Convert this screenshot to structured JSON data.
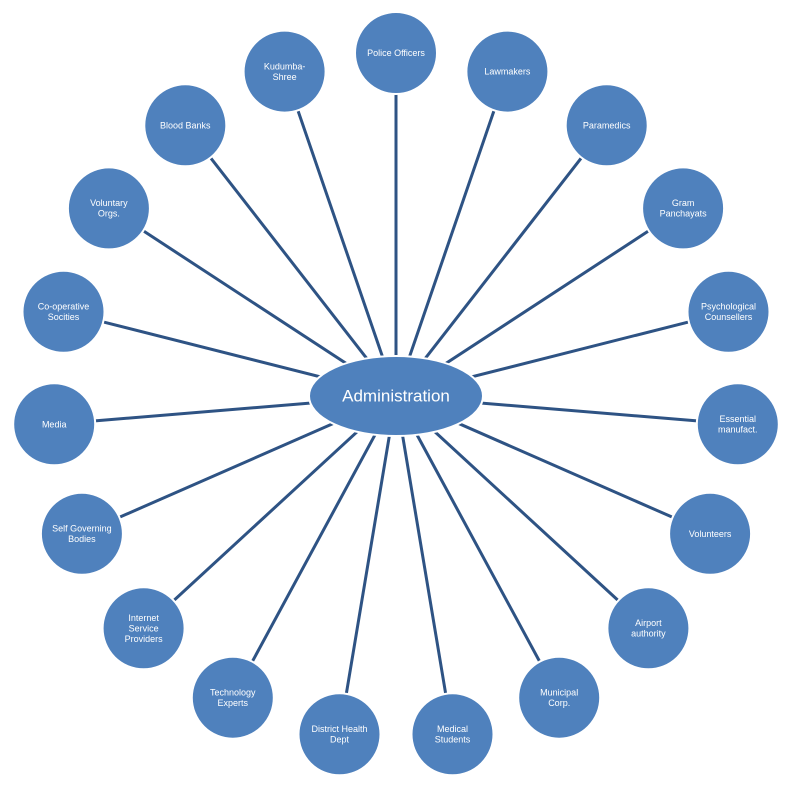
{
  "diagram": {
    "center": {
      "label": "Administration"
    },
    "node_color": "#4f81bd",
    "node_border_color": "#ffffff",
    "connector_color": "#2e5384",
    "nodes": [
      {
        "id": "police-officers",
        "label": [
          "Police Officers"
        ]
      },
      {
        "id": "lawmakers",
        "label": [
          "Lawmakers"
        ]
      },
      {
        "id": "paramedics",
        "label": [
          "Paramedics"
        ]
      },
      {
        "id": "gram-panchayats",
        "label": [
          "Gram",
          "Panchayats"
        ]
      },
      {
        "id": "psychological-counsellers",
        "label": [
          "Psychological",
          "Counsellers"
        ]
      },
      {
        "id": "essential-manufact",
        "label": [
          "Essential",
          "manufact."
        ]
      },
      {
        "id": "volunteers",
        "label": [
          "Volunteers"
        ]
      },
      {
        "id": "airport-authority",
        "label": [
          "Airport",
          "authority"
        ]
      },
      {
        "id": "municipal-corp",
        "label": [
          "Municipal",
          "Corp."
        ]
      },
      {
        "id": "medical-students",
        "label": [
          "Medical",
          "Students"
        ]
      },
      {
        "id": "district-health-dept",
        "label": [
          "District Health",
          "Dept"
        ]
      },
      {
        "id": "technology-experts",
        "label": [
          "Technology",
          "Experts"
        ]
      },
      {
        "id": "internet-service-providers",
        "label": [
          "Internet",
          "Service",
          "Providers"
        ]
      },
      {
        "id": "self-governing-bodies",
        "label": [
          "Self Governing",
          "Bodies"
        ]
      },
      {
        "id": "media",
        "label": [
          "Media"
        ]
      },
      {
        "id": "co-operative-socities",
        "label": [
          "Co-operative",
          "Socities"
        ]
      },
      {
        "id": "voluntary-orgs",
        "label": [
          "Voluntary",
          "Orgs."
        ]
      },
      {
        "id": "blood-banks",
        "label": [
          "Blood Banks"
        ]
      },
      {
        "id": "kudumba-shree",
        "label": [
          "Kudumba-",
          "Shree"
        ]
      }
    ]
  }
}
